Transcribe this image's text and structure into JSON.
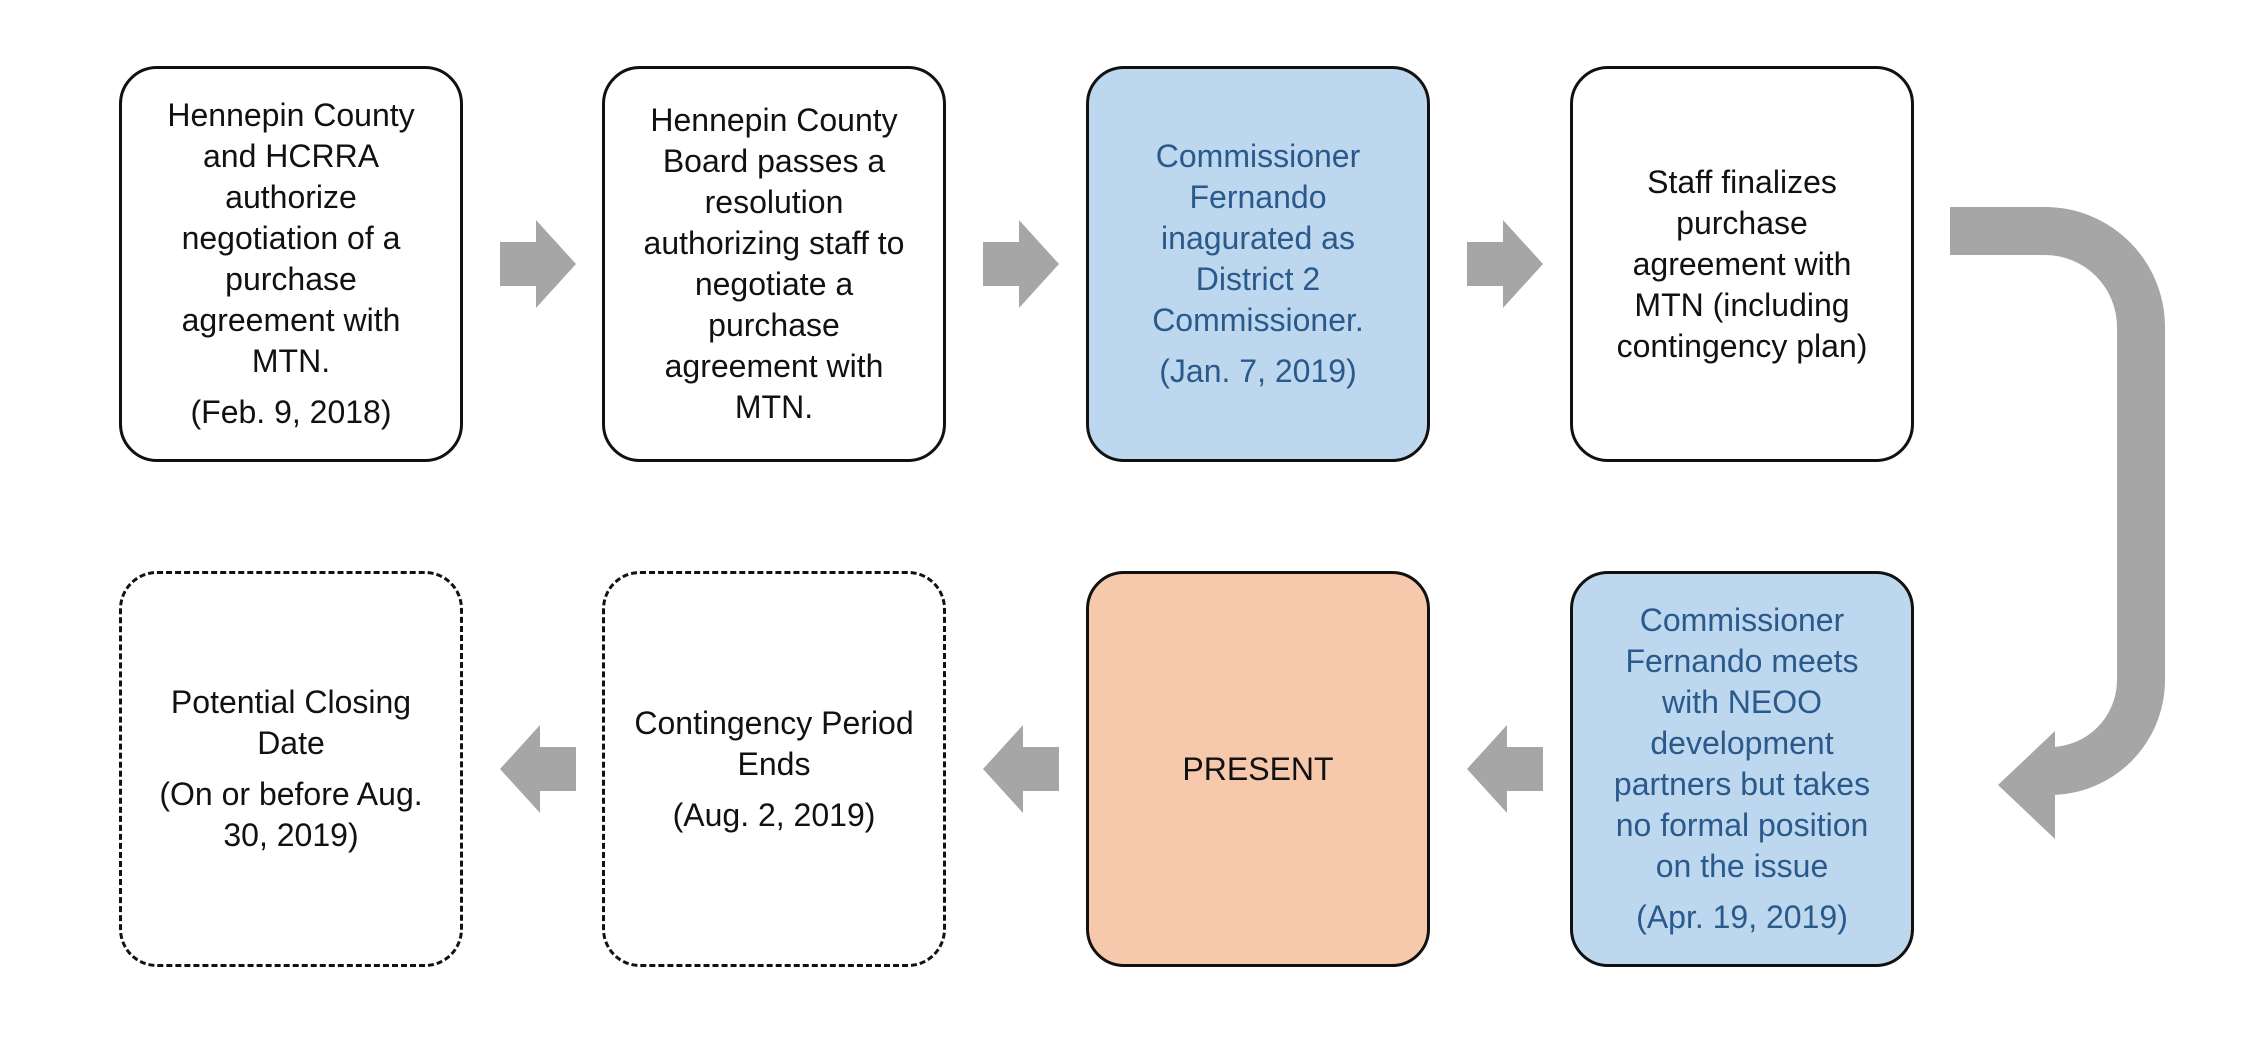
{
  "colors": {
    "arrow": "#a6a6a6",
    "border": "#111111",
    "blue_fill": "#bdd7ee",
    "blue_text": "#2a5a8c",
    "orange_fill": "#f6c8ac"
  },
  "steps": [
    {
      "text": "Hennepin County\nand HCRRA\nauthorize\nnegotiation of a\npurchase\nagreement with\nMTN.",
      "date": "(Feb. 9, 2018)"
    },
    {
      "text": "Hennepin County\nBoard passes a\nresolution\nauthorizing staff to\nnegotiate a\npurchase\nagreement with\nMTN.",
      "date": ""
    },
    {
      "text": "Commissioner\nFernando\ninagurated as\nDistrict 2\nCommissioner.",
      "date": "(Jan. 7, 2019)"
    },
    {
      "text": "Staff finalizes\npurchase\nagreement with\nMTN (including\ncontingency plan)",
      "date": ""
    },
    {
      "text": "Commissioner\nFernando meets\nwith NEOO\ndevelopment\npartners but takes\nno formal position\non the issue",
      "date": "(Apr. 19, 2019)"
    },
    {
      "text": "PRESENT",
      "date": ""
    },
    {
      "text": "Contingency Period\nEnds",
      "date": "(Aug. 2, 2019)"
    },
    {
      "text": "Potential Closing\nDate",
      "date": "(On or before Aug.\n30, 2019)"
    }
  ]
}
